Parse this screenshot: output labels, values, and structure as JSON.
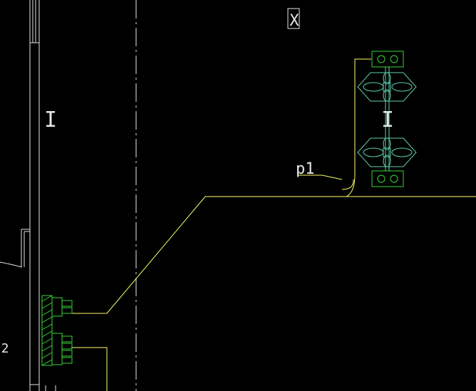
{
  "drawing": {
    "labels": {
      "section_mark": "I",
      "section_mark_right": "I",
      "reference": "p1",
      "edge_number": "2",
      "corner_symbol": "X"
    },
    "colors": {
      "background": "#000000",
      "white_lines": "#e6e6e6",
      "yellow_lines": "#ffff66",
      "green_hardware": "#39d639",
      "cyan_insulator": "#5fd0b0"
    }
  }
}
